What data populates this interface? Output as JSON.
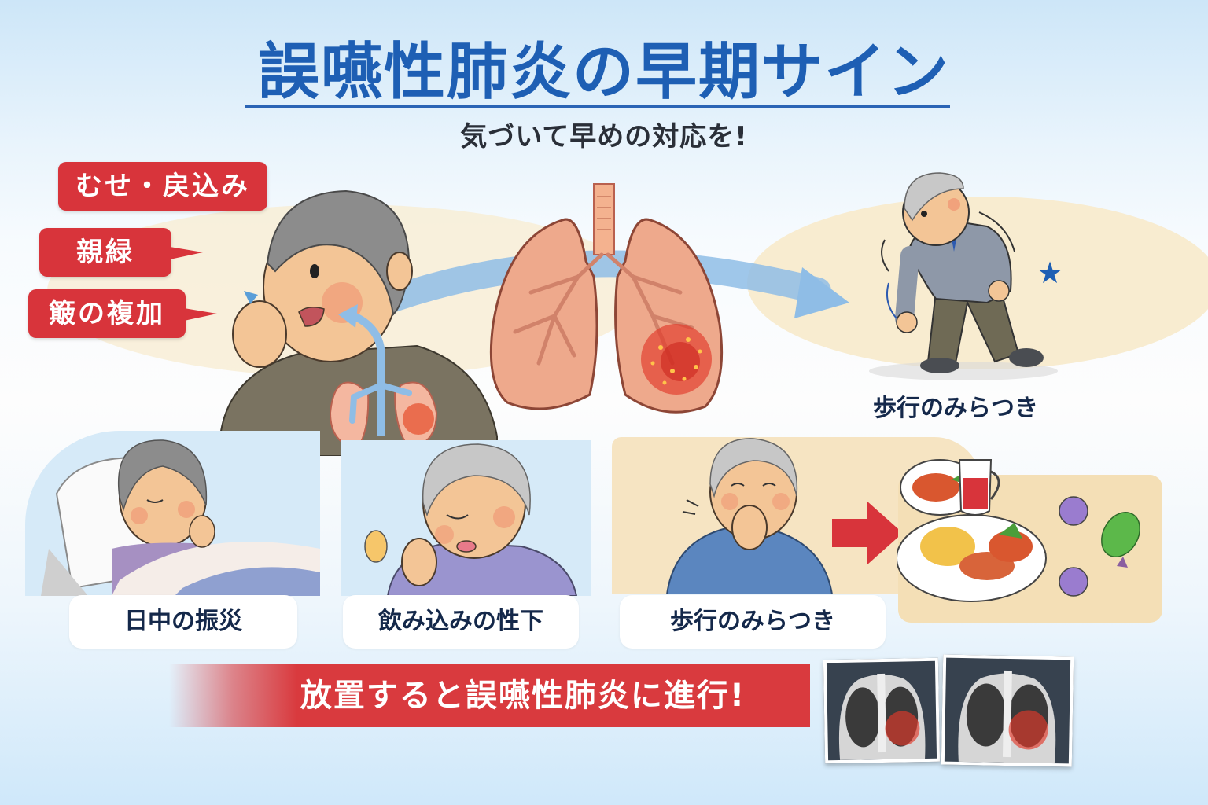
{
  "header": {
    "title": "誤嚥性肺炎の早期サイン",
    "subtitle": "気づいて早めの対応を!"
  },
  "callouts": [
    {
      "label": "むせ・戻込み"
    },
    {
      "label": "親緑"
    },
    {
      "label": "簸の複加"
    }
  ],
  "right_figure": {
    "caption": "歩行のみらつき"
  },
  "panels": [
    {
      "caption": "日中の振災"
    },
    {
      "caption": "飲み込みの性下"
    },
    {
      "caption": "歩行のみらつき"
    }
  ],
  "banner": {
    "text": "放置すると誤嚥性肺炎に進行!"
  },
  "icons": {
    "center": "lungs-icon",
    "xray": "chest-xray-icon",
    "arrow": "arrow-right-icon",
    "star": "star-icon"
  },
  "colors": {
    "title_blue": "#1e5fb4",
    "subtitle_dark": "#2a2f38",
    "callout_red": "#d8343b",
    "banner_red": "#d93a3e",
    "caption_navy": "#14284a",
    "beige": "#f8ecd0",
    "lung_pink": "#eea98c",
    "arc_blue": "#8fbde6",
    "panel_blue": "#d6eaf8"
  }
}
